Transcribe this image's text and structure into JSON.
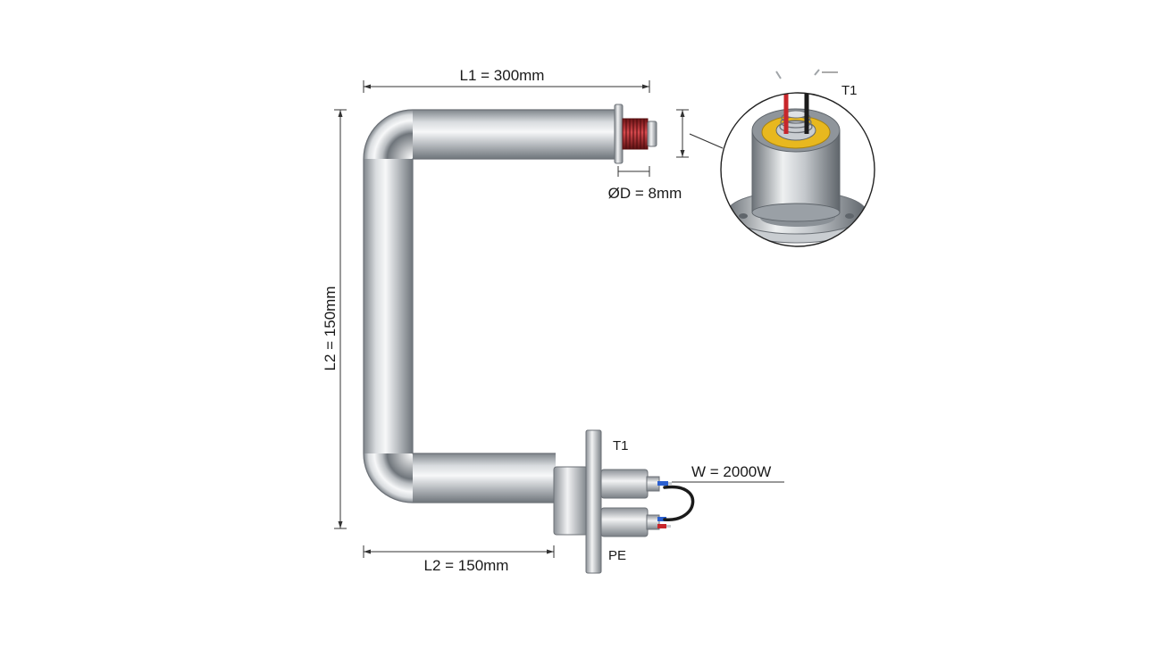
{
  "labels": {
    "l1_top": "L1 = 300mm",
    "l2_left": "L2 = 150mm",
    "l2_bottom": "L2 = 150mm",
    "diameter": "ØD = 8mm",
    "t1_inset": "T1",
    "t1_terminal": "T1",
    "power": "W = 2000W",
    "pe": "PE"
  },
  "colors": {
    "tube_dark": "#8a8f95",
    "tube_light": "#f4f5f6",
    "thread_red": "#b3262b",
    "wire_red": "#c8262b",
    "wire_blue": "#2a5fd0",
    "wire_black": "#1b1b1b",
    "insulator_yellow": "#e8b81f"
  }
}
